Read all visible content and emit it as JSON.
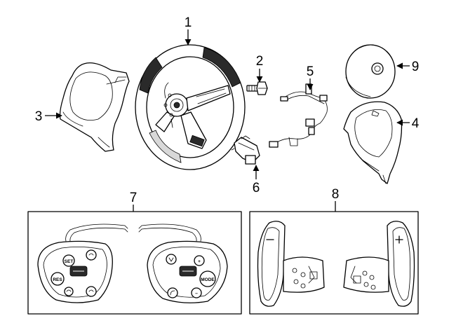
{
  "callouts": [
    "1",
    "2",
    "3",
    "4",
    "5",
    "6",
    "7",
    "8",
    "9"
  ],
  "switch_labels": {
    "set": "SET",
    "res": "RES",
    "mode": "MODE",
    "plus": "+",
    "minus": "−"
  }
}
